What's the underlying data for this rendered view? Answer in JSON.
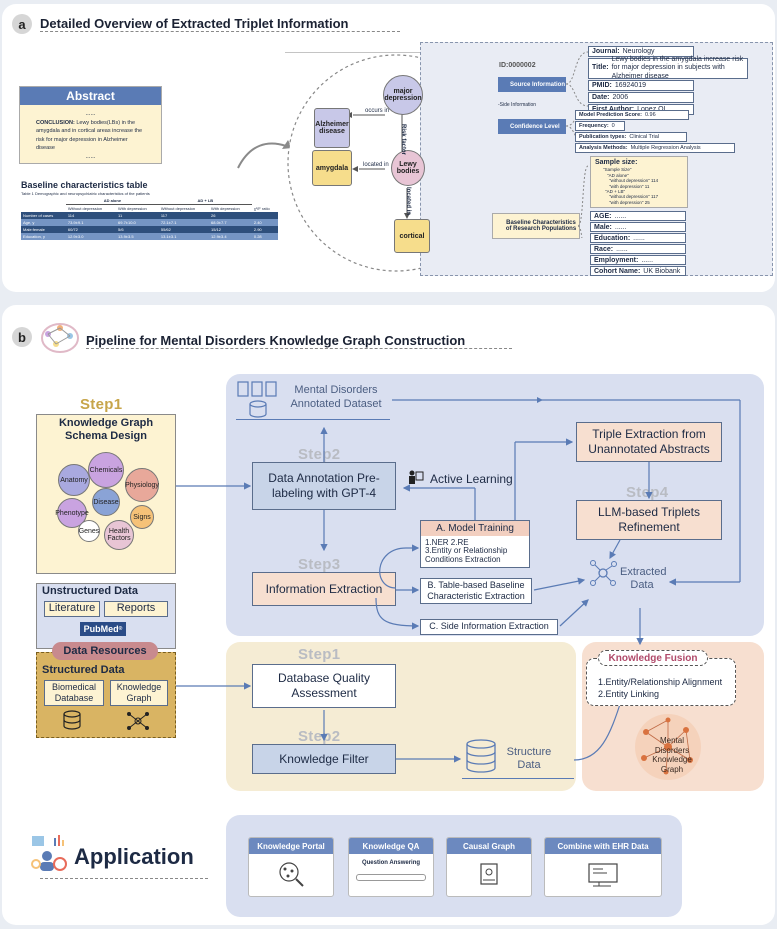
{
  "panel_a": {
    "letter": "a",
    "title": "Detailed Overview of Extracted Triplet Information",
    "abstract": {
      "header": "Abstract",
      "dots_top": "......",
      "conclusion_label": "CONCLUSION:",
      "conclusion_text": "Lewy bodies(LBs) in the amygdala and in cortical areas increase the risk for major depression in Alzheimer disease",
      "dots_bottom": "......"
    },
    "baseline_table": {
      "title": "Baseline characteristics table",
      "caption": "Table 1 Demographic and neuropsychiatric characteristics of the patients",
      "group1": "AD alone",
      "group2": "AD + LB",
      "subheaders": [
        "Without depression",
        "With depression",
        "Without depression",
        "With depression",
        "χ²/F ratio"
      ],
      "rows": [
        {
          "label": "Number of cases",
          "values": [
            "114",
            "11",
            "117",
            "26",
            ""
          ]
        },
        {
          "label": "Age, y",
          "values": [
            "73.9±9.1",
            "69.7±10.0",
            "72.1±7.1",
            "68.0±7.7",
            "2.40"
          ]
        },
        {
          "label": "Male:female",
          "values": [
            "60/72",
            "5/6",
            "55/62",
            "15/12",
            "2.90"
          ]
        },
        {
          "label": "Education, y",
          "values": [
            "12.9±3.0",
            "13.9±3.5",
            "13.1±3.1",
            "12.9±3.4",
            "0.28"
          ]
        }
      ]
    },
    "graph": {
      "nodes": {
        "major_depression": "major depression",
        "alzheimer": "Alzheimer disease",
        "amygdala": "amygdala",
        "lewy_bodies": "Lewy bodies",
        "cortical": "cortical"
      },
      "edges": {
        "occurs_in": "occurs in",
        "risk_factor": "Risk factor",
        "located_in_1": "located in",
        "located_in_2": "located in"
      }
    },
    "side_info": {
      "id": "ID:0000002",
      "source_information": "Source Information",
      "side_information": "-Side Information",
      "confidence_level": "Confidence Level",
      "baseline_characteristics": "Baseline Characteristics of Research Populations",
      "source": {
        "journal_label": "Journal:",
        "journal": "Neurology",
        "title_label": "Title:",
        "title": "Lewy bodies in the amygdala increase risk for major depression in subjects with Alzheimer disease",
        "pmid_label": "PMID:",
        "pmid": "16924019",
        "date_label": "Date:",
        "date": "2006",
        "author_label": "First Author:",
        "author": "Lopez OL"
      },
      "confidence": {
        "score_label": "Model Prediction Score:",
        "score": "0.96",
        "freq_label": "Frequency:",
        "freq": "0",
        "pubtype_label": "Publication types:",
        "pubtype": "Clinical Trial",
        "method_label": "Analysis Methods:",
        "method": "Multiple Regression Analysis"
      },
      "sample": {
        "label": "Sample size:",
        "l1": "\"Sample Size\"",
        "l2": "\"AD alone\"",
        "l3": "\"without depression\"  114",
        "l4": "\"with depression\"  11",
        "l5": "\"AD + LB\"",
        "l6": "\"without depression\"  117",
        "l7": "\"with depression\"  25"
      },
      "fields": [
        {
          "label": "AGE:",
          "value": "......"
        },
        {
          "label": "Male:",
          "value": "......"
        },
        {
          "label": "Education:",
          "value": "......"
        },
        {
          "label": "Race:",
          "value": "......"
        },
        {
          "label": "Employment:",
          "value": "......"
        },
        {
          "label": "Cohort Name:",
          "value": "UK Biobank"
        }
      ]
    }
  },
  "panel_b": {
    "letter": "b",
    "title": "Pipeline for Mental Disorders Knowledge Graph Construction",
    "step1_schema": {
      "step": "Step1",
      "title": "Knowledge Graph Schema Design",
      "nodes": [
        "Chemicals",
        "Anatomy",
        "Physiology",
        "Disease",
        "Phenotype",
        "Signs",
        "Genes",
        "Health Factors"
      ]
    },
    "unstructured": {
      "title": "Unstructured Data",
      "literature": "Literature",
      "reports": "Reports",
      "pubmed": "PubMed",
      "pubmed_mark": "®"
    },
    "data_resources": "Data Resources",
    "structured": {
      "title": "Structured Data",
      "biomedical": "Biomedical Database",
      "knowledge_graph": "Knowledge Graph"
    },
    "dataset": "Mental Disorders Annotated Dataset",
    "step2": "Step2",
    "annotation": "Data Annotation Pre-labeling with GPT-4",
    "active_learning": "Active Learning",
    "model_training": {
      "title": "A. Model Training",
      "l1": "1.NER   2.RE",
      "l2": "3.Entity or Relationship Conditions Extraction"
    },
    "triple_extraction": "Triple Extraction from Unannotated Abstracts",
    "step4": "Step4",
    "llm_refine": "LLM-based Triplets Refinement",
    "step3": "Step3",
    "info_extraction": "Information Extraction",
    "table_extraction": "B. Table-based Baseline Characteristic Extraction",
    "side_extraction": "C. Side Information Extraction",
    "extracted_data": "Extracted Data",
    "q_step1": "Step1",
    "quality": "Database Quality Assessment",
    "q_step2": "Step2",
    "filter": "Knowledge Filter",
    "structure_data": "Structure Data",
    "fusion": {
      "title": "Knowledge Fusion",
      "l1": "1.Entity/Relationship Alignment",
      "l2": "2.Entity Linking"
    },
    "mdkg": "Mental Disorders Knowledge Graph"
  },
  "application": {
    "title": "Application",
    "cards": [
      {
        "title": "Knowledge Portal",
        "caption": ""
      },
      {
        "title": "Knowledge QA",
        "caption": "Question Answering"
      },
      {
        "title": "Causal Graph",
        "caption": ""
      },
      {
        "title": "Combine with EHR Data",
        "caption": ""
      }
    ]
  },
  "colors": {
    "step_blue": "#d9dff0",
    "step_gold": "#f5ecd4",
    "peach": "#f7dfd0",
    "node_pink": "#e8c5d5",
    "node_gold": "#f6dd8c",
    "node_purple": "#c8c8e8",
    "accent_blue": "#5a7bb5"
  }
}
